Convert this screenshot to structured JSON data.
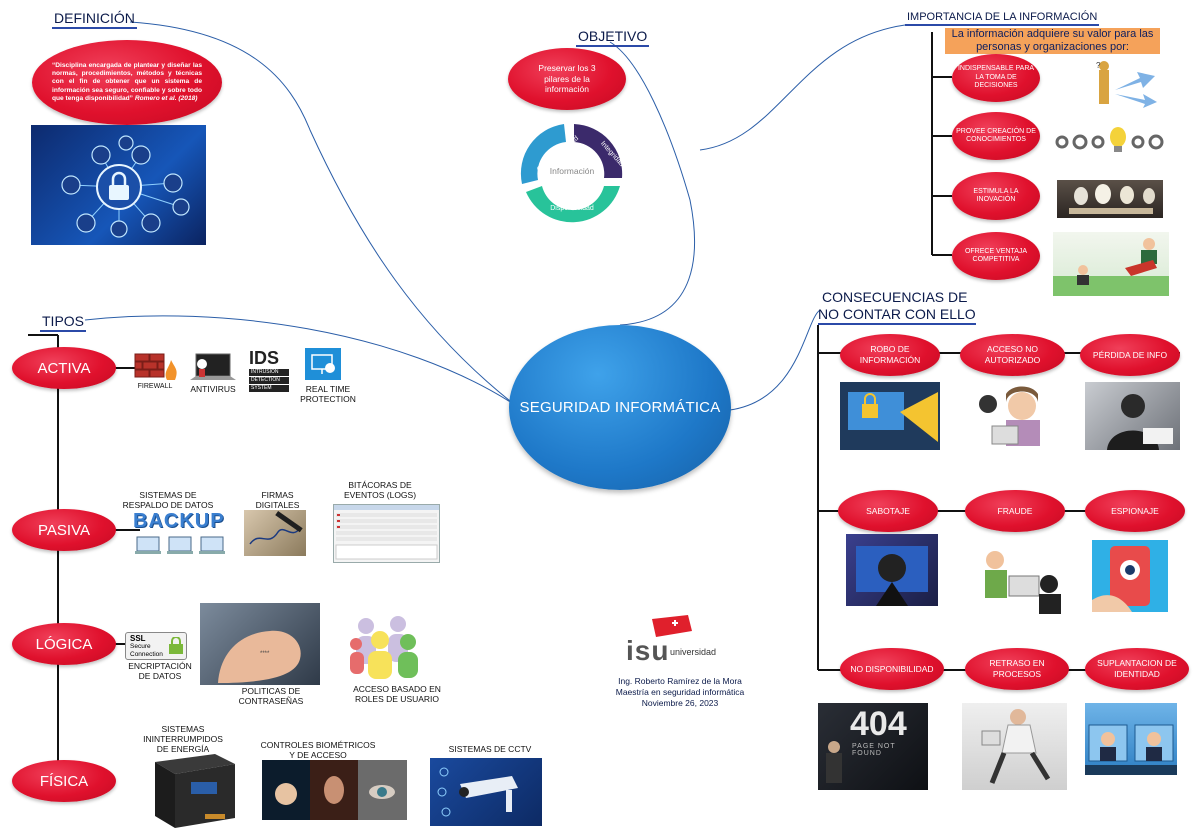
{
  "center": {
    "label": "SEGURIDAD INFORMÁTICA"
  },
  "definicion": {
    "title": "DEFINICIÓN",
    "quote": "“Disciplina encargada de plantear y diseñar las normas, procedimientos, métodos y técnicas con el fin de obtener que un sistema de información sea seguro, confiable y sobre todo que tenga disponibilidad”",
    "citation": "Romero et al. (2018)"
  },
  "objetivo": {
    "title": "OBJETIVO",
    "bubble": "Preservar los 3 pilares de la información",
    "cycle": {
      "center": "Información",
      "confidencialidad": "Confidencialidad",
      "integridad": "Integridad",
      "disponibilidad": "Disponibilidad"
    }
  },
  "importancia": {
    "title": "IMPORTANCIA DE LA INFORMACIÓN",
    "banner": "La información adquiere su valor para las personas y organizaciones por:",
    "items": [
      "INDISPENSABLE PARA LA TOMA DE DECISIONES",
      "PROVEE CREACIÓN DE CONOCIMIENTOS",
      "ESTIMULA LA INOVACIÓN",
      "OFRECE VENTAJA COMPETITIVA"
    ]
  },
  "tipos": {
    "title": "TIPOS",
    "activa": {
      "label": "ACTIVA",
      "firewall": "FIREWALL",
      "antivirus": "ANTIVIRUS",
      "ids": "IDS",
      "ids_lines": [
        "INTRUSION",
        "DETECTION",
        "SYSTEM"
      ],
      "realtime": "REAL TIME PROTECTION"
    },
    "pasiva": {
      "label": "PASIVA",
      "backup_caption": "SISTEMAS DE RESPALDO DE DATOS",
      "backup_word": "BACKUP",
      "firmas": "FIRMAS DIGITALES",
      "bitacoras": "BITÁCORAS DE EVENTOS (LOGS)"
    },
    "logica": {
      "label": "LÓGICA",
      "ssl": [
        "SSL",
        "Secure",
        "Connection"
      ],
      "encriptacion": "ENCRIPTACIÓN DE DATOS",
      "politicas": "POLITICAS DE CONTRASEÑAS",
      "acceso": "ACCESO BASADO EN ROLES DE USUARIO"
    },
    "fisica": {
      "label": "FÍSICA",
      "ups": "SISTEMAS ININTERRUMPIDOS DE ENERGÍA",
      "biometricos": "CONTROLES BIOMÉTRICOS Y DE ACCESO",
      "cctv": "SISTEMAS DE CCTV"
    }
  },
  "consecuencias": {
    "title_line1": "CONSECUENCIAS DE",
    "title_line2": "NO CONTAR CON ELLO",
    "items": [
      "ROBO DE INFORMACIÓN",
      "ACCESO NO AUTORIZADO",
      "PÉRDIDA DE INFO",
      "SABOTAJE",
      "FRAUDE",
      "ESPIONAJE",
      "NO DISPONIBILIDAD",
      "RETRASO EN PROCESOS",
      "SUPLANTACION DE IDENTIDAD"
    ],
    "error_code": "404",
    "error_text": "PAGE NOT FOUND"
  },
  "footer": {
    "logo_text": "isu",
    "logo_sub": "universidad",
    "author": "Ing. Roberto Ramírez de la Mora",
    "program": "Maestría en seguridad informática",
    "date": "Noviembre 26, 2023"
  },
  "colors": {
    "accent_red": "#e0112d",
    "center_blue": "#1e78c8",
    "title_blue": "#0b1a4a",
    "banner_orange": "#f5a25a"
  }
}
